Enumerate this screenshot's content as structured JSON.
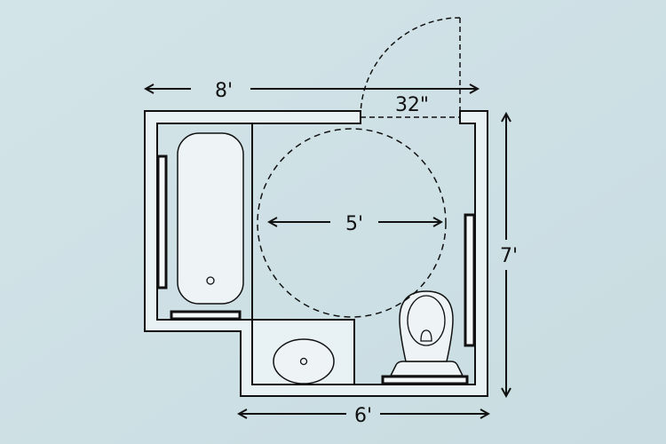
{
  "plan": {
    "width_label": "8'",
    "door_label": "32\"",
    "turning_circle_label": "5'",
    "height_label": "7'",
    "bottom_width_label": "6'"
  },
  "colors": {
    "background": "#cfe1e5",
    "wall_fill": "#e8f1f3",
    "line": "#111111"
  }
}
